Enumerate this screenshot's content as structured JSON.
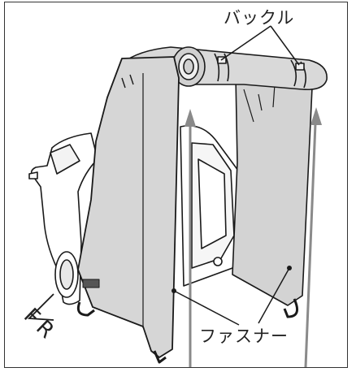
{
  "labels": {
    "buckle": "バックル",
    "zipper": "ファスナー",
    "front": "FR"
  },
  "colors": {
    "tent_fill": "#d3d3d3",
    "tent_dark": "#bdbdbd",
    "outline": "#1a1a1a",
    "arrow": "#8a8a8a",
    "car_fill": "#ffffff"
  },
  "icons": {
    "direction_arrow": "front-direction-arrow-icon",
    "lift_arrows": "upward-arrow-icon"
  }
}
